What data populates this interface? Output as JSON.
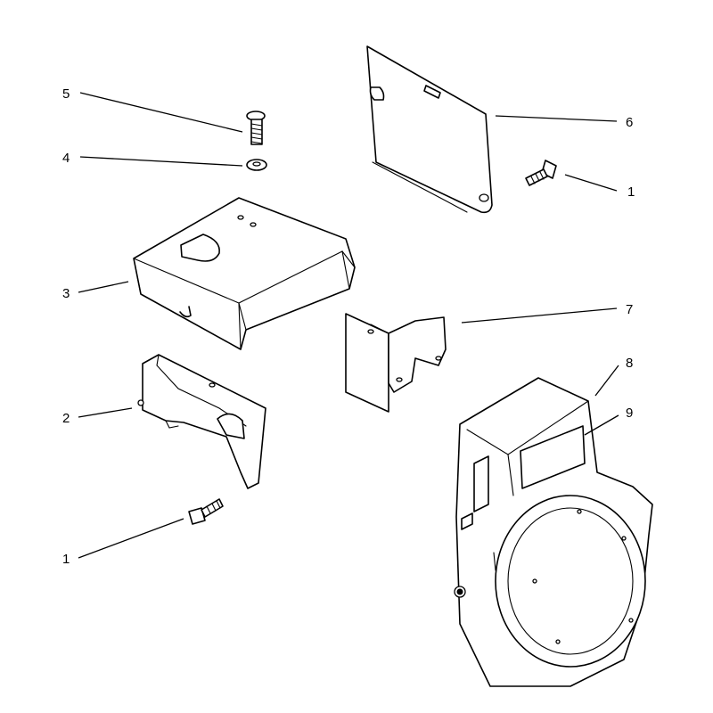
{
  "callouts": {
    "c1_top": "1",
    "c1_bottom": "1",
    "c2": "2",
    "c3": "3",
    "c4": "4",
    "c5": "5",
    "c6": "6",
    "c7": "7",
    "c8": "8",
    "c9": "9"
  },
  "colors": {
    "line": "#000000",
    "background": "#ffffff"
  }
}
